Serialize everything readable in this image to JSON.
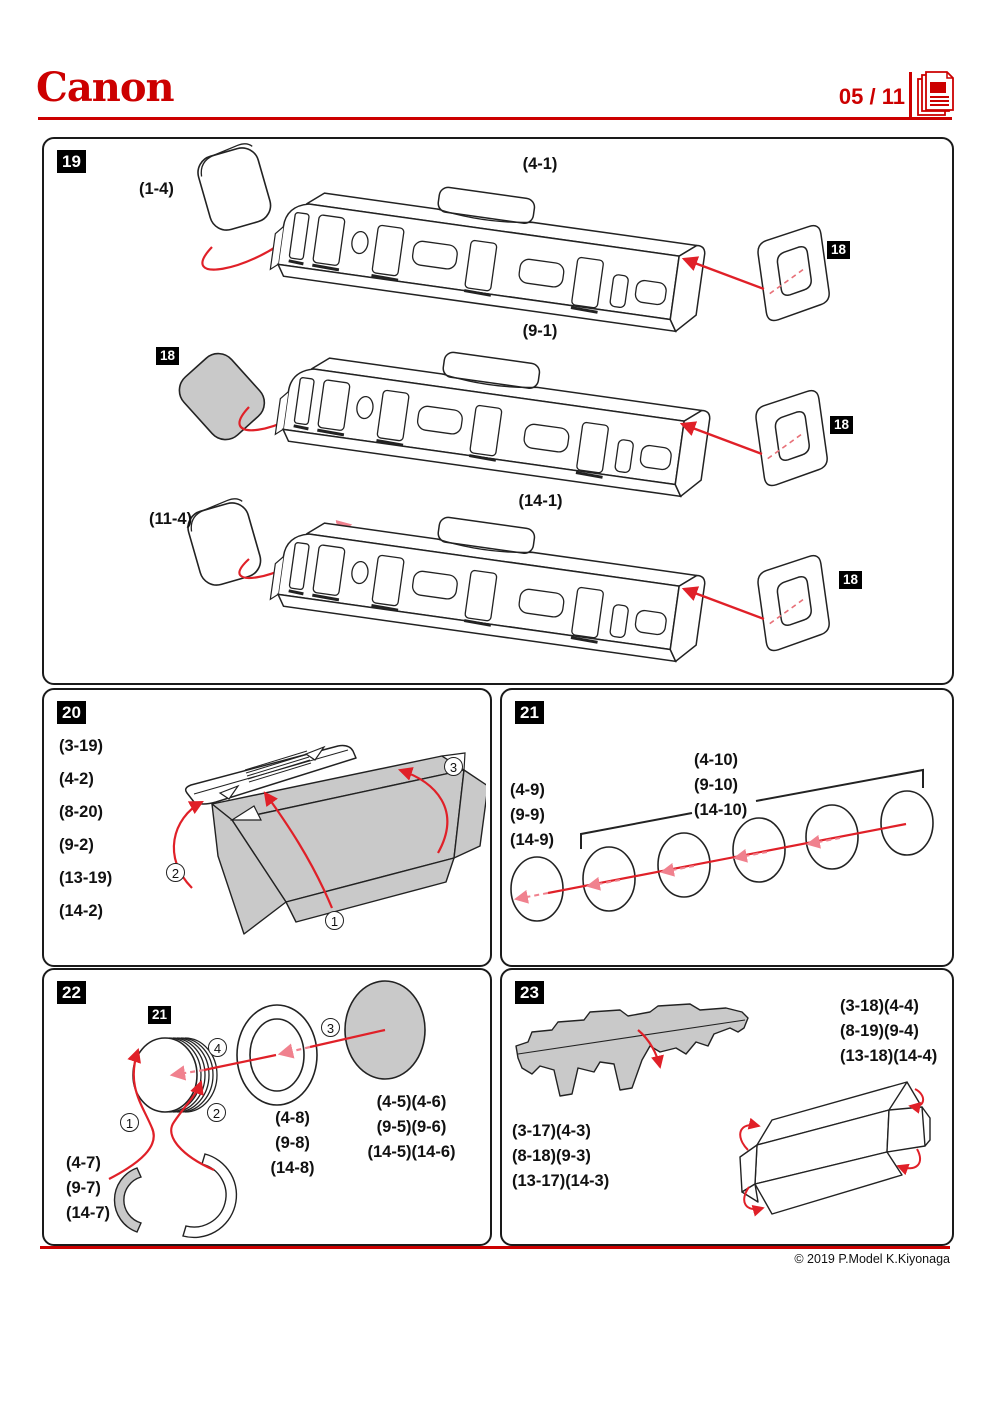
{
  "header": {
    "logo_text": "Canon",
    "page_number": "05 / 11"
  },
  "colors": {
    "accent_red": "#cc0000",
    "arrow_red": "#e02028",
    "arrow_dashed_pink": "#f0818e",
    "part_gray": "#c9c9c9",
    "badge_bg": "#000000",
    "badge_fg": "#ffffff"
  },
  "step19": {
    "badge": "19",
    "rows": [
      {
        "part_label": "(1-4)",
        "body_label": "(4-1)",
        "end_badge": "18"
      },
      {
        "part_badge": "18",
        "body_label": "(9-1)",
        "end_badge": "18"
      },
      {
        "part_label": "(11-4)",
        "body_label": "(14-1)",
        "end_badge": "18"
      }
    ]
  },
  "step20": {
    "badge": "20",
    "part_labels": [
      "(3-19)",
      "(4-2)",
      "(8-20)",
      "(9-2)",
      "(13-19)",
      "(14-2)"
    ],
    "callouts": [
      "1",
      "2",
      "3"
    ]
  },
  "step21": {
    "badge": "21",
    "target_labels": [
      "(4-9)",
      "(9-9)",
      "(14-9)"
    ],
    "disc_labels": [
      "(4-10)",
      "(9-10)",
      "(14-10)"
    ]
  },
  "step22": {
    "badge": "22",
    "ref_badge": "21",
    "callouts": [
      "1",
      "2",
      "3",
      "4"
    ],
    "strip_labels": [
      "(4-7)",
      "(9-7)",
      "(14-7)"
    ],
    "ring_labels": [
      "(4-8)",
      "(9-8)",
      "(14-8)"
    ],
    "disc_labels": [
      "(4-5)(4-6)",
      "(9-5)(9-6)",
      "(14-5)(14-6)"
    ]
  },
  "step23": {
    "badge": "23",
    "fold_labels": [
      "(3-18)(4-4)",
      "(8-19)(9-4)",
      "(13-18)(14-4)"
    ],
    "base_labels": [
      "(3-17)(4-3)",
      "(8-18)(9-3)",
      "(13-17)(14-3)"
    ]
  },
  "footer": {
    "copyright": "© 2019 P.Model K.Kiyonaga"
  }
}
